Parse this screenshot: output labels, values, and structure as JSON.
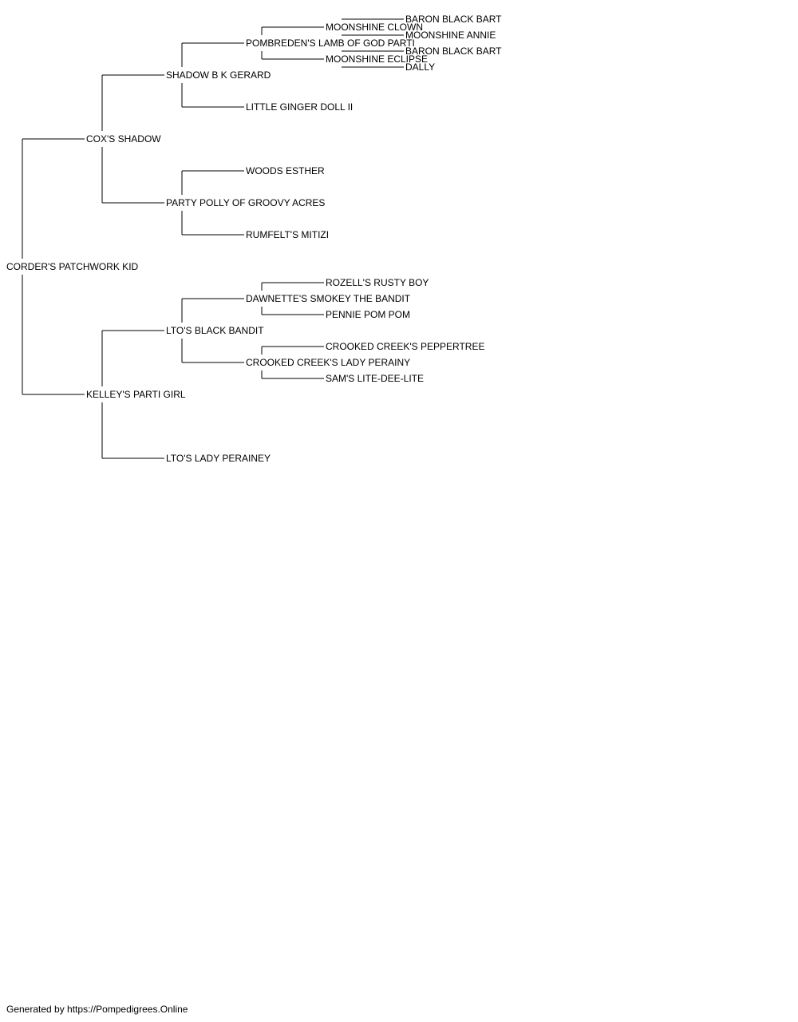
{
  "pedigree": {
    "name": "CORDER'S PATCHWORK KID",
    "sire": {
      "name": "COX'S SHADOW",
      "sire": {
        "name": "SHADOW B K GERARD",
        "sire": {
          "name": "POMBREDEN'S LAMB OF GOD PARTI",
          "sire": {
            "name": "MOONSHINE CLOWN",
            "sire": {
              "name": "BARON BLACK BART"
            },
            "dam": {
              "name": "MOONSHINE ANNIE"
            }
          },
          "dam": {
            "name": "MOONSHINE ECLIPSE",
            "sire": {
              "name": "BARON BLACK BART"
            },
            "dam": {
              "name": "DALLY"
            }
          }
        },
        "dam": {
          "name": "LITTLE GINGER DOLL II"
        }
      },
      "dam": {
        "name": "PARTY POLLY OF GROOVY ACRES",
        "sire": {
          "name": "WOODS ESTHER"
        },
        "dam": {
          "name": "RUMFELT'S MITIZI"
        }
      }
    },
    "dam": {
      "name": "KELLEY'S PARTI GIRL",
      "sire": {
        "name": "LTO'S BLACK BANDIT",
        "sire": {
          "name": "DAWNETTE'S SMOKEY THE BANDIT",
          "sire": {
            "name": "ROZELL'S RUSTY BOY"
          },
          "dam": {
            "name": "PENNIE POM POM"
          }
        },
        "dam": {
          "name": "CROOKED CREEK'S LADY PERAINY",
          "sire": {
            "name": "CROOKED CREEK'S PEPPERTREE"
          },
          "dam": {
            "name": "SAM'S LITE-DEE-LITE"
          }
        }
      },
      "dam": {
        "name": "LTO'S LADY PERAINEY"
      }
    }
  },
  "footer": "Generated by https://Pompedigrees.Online"
}
